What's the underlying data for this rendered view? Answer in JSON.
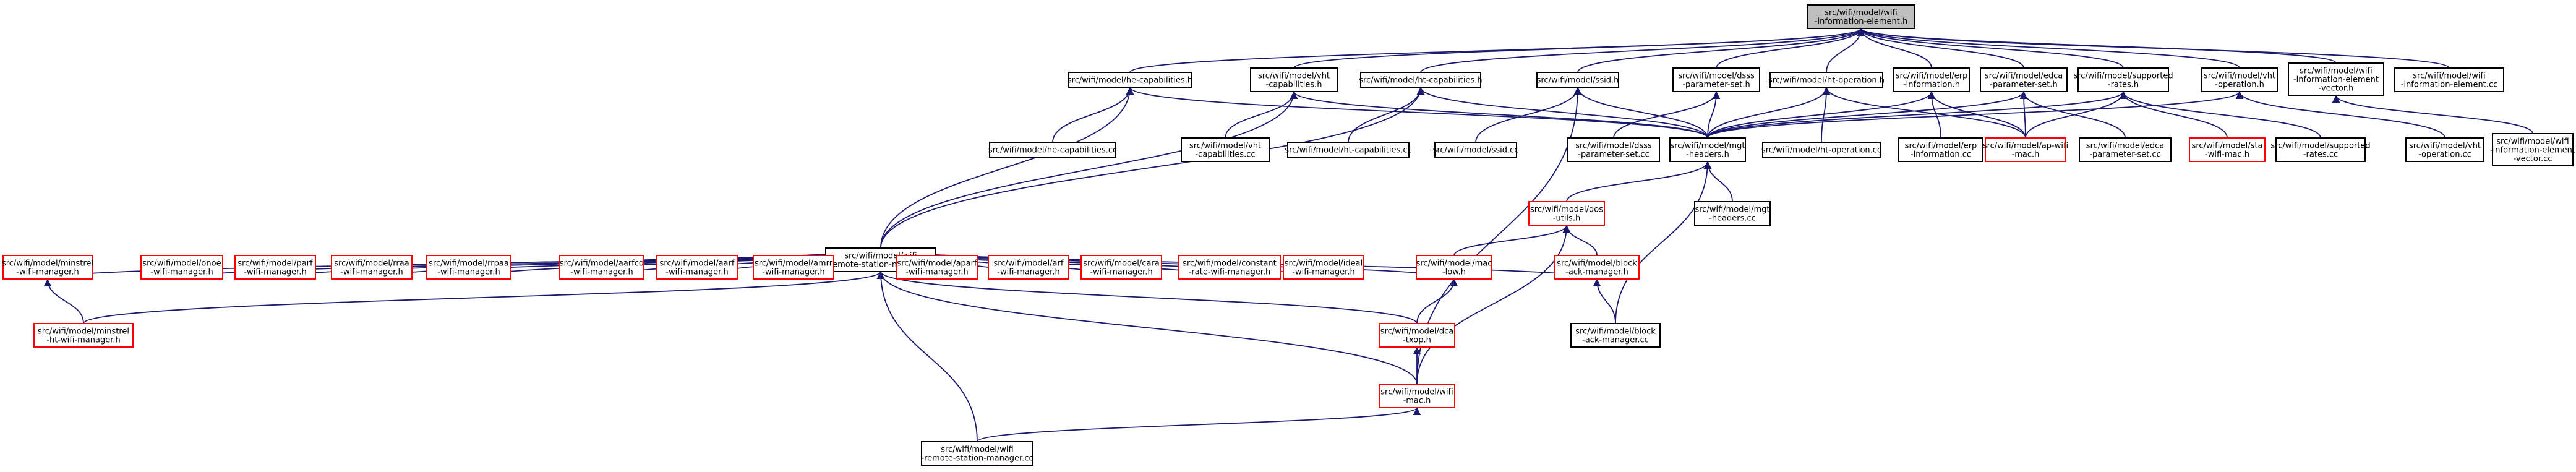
{
  "colors": {
    "edge": "#191970",
    "root_fill": "#bfbfbf",
    "plain_border": "#000000",
    "linked_border": "#ff0000"
  },
  "nodes": [
    {
      "id": "root",
      "lines": [
        "src/wifi/model/wifi",
        "-information-element.h"
      ],
      "style": "root"
    },
    {
      "id": "he_cap_h",
      "lines": [
        "src/wifi/model/he-capabilities.h"
      ],
      "style": "plain"
    },
    {
      "id": "vht_cap_h",
      "lines": [
        "src/wifi/model/vht",
        "-capabilities.h"
      ],
      "style": "plain"
    },
    {
      "id": "ht_cap_h",
      "lines": [
        "src/wifi/model/ht-capabilities.h"
      ],
      "style": "plain"
    },
    {
      "id": "ssid_h",
      "lines": [
        "src/wifi/model/ssid.h"
      ],
      "style": "plain"
    },
    {
      "id": "dsss_h",
      "lines": [
        "src/wifi/model/dsss",
        "-parameter-set.h"
      ],
      "style": "plain"
    },
    {
      "id": "htop_h",
      "lines": [
        "src/wifi/model/ht-operation.h"
      ],
      "style": "plain"
    },
    {
      "id": "erp_h",
      "lines": [
        "src/wifi/model/erp",
        "-information.h"
      ],
      "style": "plain"
    },
    {
      "id": "edca_h",
      "lines": [
        "src/wifi/model/edca",
        "-parameter-set.h"
      ],
      "style": "plain"
    },
    {
      "id": "suprates_h",
      "lines": [
        "src/wifi/model/supported",
        "-rates.h"
      ],
      "style": "plain"
    },
    {
      "id": "vhtop_h",
      "lines": [
        "src/wifi/model/vht",
        "-operation.h"
      ],
      "style": "plain"
    },
    {
      "id": "iev_h",
      "lines": [
        "src/wifi/model/wifi",
        "-information-element",
        "-vector.h"
      ],
      "style": "plain"
    },
    {
      "id": "ie_cc",
      "lines": [
        "src/wifi/model/wifi",
        "-information-element.cc"
      ],
      "style": "plain"
    },
    {
      "id": "he_cap_cc",
      "lines": [
        "src/wifi/model/he-capabilities.cc"
      ],
      "style": "plain"
    },
    {
      "id": "vht_cap_cc",
      "lines": [
        "src/wifi/model/vht",
        "-capabilities.cc"
      ],
      "style": "plain"
    },
    {
      "id": "ht_cap_cc",
      "lines": [
        "src/wifi/model/ht-capabilities.cc"
      ],
      "style": "plain"
    },
    {
      "id": "ssid_cc",
      "lines": [
        "src/wifi/model/ssid.cc"
      ],
      "style": "plain"
    },
    {
      "id": "dsss_cc",
      "lines": [
        "src/wifi/model/dsss",
        "-parameter-set.cc"
      ],
      "style": "plain"
    },
    {
      "id": "mgt_h",
      "lines": [
        "src/wifi/model/mgt",
        "-headers.h"
      ],
      "style": "plain"
    },
    {
      "id": "htop_cc",
      "lines": [
        "src/wifi/model/ht-operation.cc"
      ],
      "style": "plain"
    },
    {
      "id": "erp_cc",
      "lines": [
        "src/wifi/model/erp",
        "-information.cc"
      ],
      "style": "plain"
    },
    {
      "id": "apwifi_h",
      "lines": [
        "src/wifi/model/ap-wifi",
        "-mac.h"
      ],
      "style": "linked"
    },
    {
      "id": "edca_cc",
      "lines": [
        "src/wifi/model/edca",
        "-parameter-set.cc"
      ],
      "style": "plain"
    },
    {
      "id": "stawifi_h",
      "lines": [
        "src/wifi/model/sta",
        "-wifi-mac.h"
      ],
      "style": "linked"
    },
    {
      "id": "suprates_cc",
      "lines": [
        "src/wifi/model/supported",
        "-rates.cc"
      ],
      "style": "plain"
    },
    {
      "id": "vhtop_cc",
      "lines": [
        "src/wifi/model/vht",
        "-operation.cc"
      ],
      "style": "plain"
    },
    {
      "id": "iev_cc",
      "lines": [
        "src/wifi/model/wifi",
        "-information-element",
        "-vector.cc"
      ],
      "style": "plain"
    },
    {
      "id": "rsm_h",
      "lines": [
        "src/wifi/model/wifi",
        "-remote-station-manager.h"
      ],
      "style": "plain"
    },
    {
      "id": "qos_h",
      "lines": [
        "src/wifi/model/qos",
        "-utils.h"
      ],
      "style": "linked"
    },
    {
      "id": "mgt_cc",
      "lines": [
        "src/wifi/model/mgt",
        "-headers.cc"
      ],
      "style": "plain"
    },
    {
      "id": "minstrel_h",
      "lines": [
        "src/wifi/model/minstrel",
        "-wifi-manager.h"
      ],
      "style": "linked"
    },
    {
      "id": "onoe_h",
      "lines": [
        "src/wifi/model/onoe",
        "-wifi-manager.h"
      ],
      "style": "linked"
    },
    {
      "id": "parf_h",
      "lines": [
        "src/wifi/model/parf",
        "-wifi-manager.h"
      ],
      "style": "linked"
    },
    {
      "id": "rraa_h",
      "lines": [
        "src/wifi/model/rraa",
        "-wifi-manager.h"
      ],
      "style": "linked"
    },
    {
      "id": "rrpaa_h",
      "lines": [
        "src/wifi/model/rrpaa",
        "-wifi-manager.h"
      ],
      "style": "linked"
    },
    {
      "id": "aarfcd_h",
      "lines": [
        "src/wifi/model/aarfcd",
        "-wifi-manager.h"
      ],
      "style": "linked"
    },
    {
      "id": "aarf_h",
      "lines": [
        "src/wifi/model/aarf",
        "-wifi-manager.h"
      ],
      "style": "linked"
    },
    {
      "id": "amrr_h",
      "lines": [
        "src/wifi/model/amrr",
        "-wifi-manager.h"
      ],
      "style": "linked"
    },
    {
      "id": "aparf_h",
      "lines": [
        "src/wifi/model/aparf",
        "-wifi-manager.h"
      ],
      "style": "linked"
    },
    {
      "id": "arf_h",
      "lines": [
        "src/wifi/model/arf",
        "-wifi-manager.h"
      ],
      "style": "linked"
    },
    {
      "id": "cara_h",
      "lines": [
        "src/wifi/model/cara",
        "-wifi-manager.h"
      ],
      "style": "linked"
    },
    {
      "id": "constrate_h",
      "lines": [
        "src/wifi/model/constant",
        "-rate-wifi-manager.h"
      ],
      "style": "linked"
    },
    {
      "id": "ideal_h",
      "lines": [
        "src/wifi/model/ideal",
        "-wifi-manager.h"
      ],
      "style": "linked"
    },
    {
      "id": "maclow_h",
      "lines": [
        "src/wifi/model/mac",
        "-low.h"
      ],
      "style": "linked"
    },
    {
      "id": "blockack_h",
      "lines": [
        "src/wifi/model/block",
        "-ack-manager.h"
      ],
      "style": "linked"
    },
    {
      "id": "minstrelht_h",
      "lines": [
        "src/wifi/model/minstrel",
        "-ht-wifi-manager.h"
      ],
      "style": "linked"
    },
    {
      "id": "dcatxop_h",
      "lines": [
        "src/wifi/model/dca",
        "-txop.h"
      ],
      "style": "linked"
    },
    {
      "id": "blockack_cc",
      "lines": [
        "src/wifi/model/block",
        "-ack-manager.cc"
      ],
      "style": "plain"
    },
    {
      "id": "wifimac_h",
      "lines": [
        "src/wifi/model/wifi",
        "-mac.h"
      ],
      "style": "linked"
    },
    {
      "id": "rsm_cc",
      "lines": [
        "src/wifi/model/wifi",
        "-remote-station-manager.cc"
      ],
      "style": "plain"
    }
  ],
  "edges": [
    [
      "he_cap_h",
      "root"
    ],
    [
      "vht_cap_h",
      "root"
    ],
    [
      "ht_cap_h",
      "root"
    ],
    [
      "ssid_h",
      "root"
    ],
    [
      "dsss_h",
      "root"
    ],
    [
      "htop_h",
      "root"
    ],
    [
      "erp_h",
      "root"
    ],
    [
      "edca_h",
      "root"
    ],
    [
      "suprates_h",
      "root"
    ],
    [
      "vhtop_h",
      "root"
    ],
    [
      "iev_h",
      "root"
    ],
    [
      "ie_cc",
      "root"
    ],
    [
      "he_cap_cc",
      "he_cap_h"
    ],
    [
      "rsm_h",
      "he_cap_h"
    ],
    [
      "mgt_h",
      "he_cap_h"
    ],
    [
      "vht_cap_cc",
      "vht_cap_h"
    ],
    [
      "rsm_h",
      "vht_cap_h"
    ],
    [
      "mgt_h",
      "vht_cap_h"
    ],
    [
      "ht_cap_cc",
      "ht_cap_h"
    ],
    [
      "rsm_h",
      "ht_cap_h"
    ],
    [
      "mgt_h",
      "ht_cap_h"
    ],
    [
      "ssid_cc",
      "ssid_h"
    ],
    [
      "mgt_h",
      "ssid_h"
    ],
    [
      "wifimac_h",
      "ssid_h"
    ],
    [
      "dsss_cc",
      "dsss_h"
    ],
    [
      "mgt_h",
      "dsss_h"
    ],
    [
      "htop_cc",
      "htop_h"
    ],
    [
      "mgt_h",
      "htop_h"
    ],
    [
      "apwifi_h",
      "htop_h"
    ],
    [
      "erp_cc",
      "erp_h"
    ],
    [
      "mgt_h",
      "erp_h"
    ],
    [
      "apwifi_h",
      "erp_h"
    ],
    [
      "edca_cc",
      "edca_h"
    ],
    [
      "mgt_h",
      "edca_h"
    ],
    [
      "apwifi_h",
      "edca_h"
    ],
    [
      "suprates_cc",
      "suprates_h"
    ],
    [
      "mgt_h",
      "suprates_h"
    ],
    [
      "apwifi_h",
      "suprates_h"
    ],
    [
      "stawifi_h",
      "suprates_h"
    ],
    [
      "vhtop_cc",
      "vhtop_h"
    ],
    [
      "mgt_h",
      "vhtop_h"
    ],
    [
      "iev_cc",
      "iev_h"
    ],
    [
      "qos_h",
      "mgt_h"
    ],
    [
      "mgt_cc",
      "mgt_h"
    ],
    [
      "blockack_cc",
      "mgt_h"
    ],
    [
      "minstrel_h",
      "rsm_h"
    ],
    [
      "onoe_h",
      "rsm_h"
    ],
    [
      "parf_h",
      "rsm_h"
    ],
    [
      "rraa_h",
      "rsm_h"
    ],
    [
      "rrpaa_h",
      "rsm_h"
    ],
    [
      "aarfcd_h",
      "rsm_h"
    ],
    [
      "aarf_h",
      "rsm_h"
    ],
    [
      "amrr_h",
      "rsm_h"
    ],
    [
      "aparf_h",
      "rsm_h"
    ],
    [
      "arf_h",
      "rsm_h"
    ],
    [
      "cara_h",
      "rsm_h"
    ],
    [
      "constrate_h",
      "rsm_h"
    ],
    [
      "ideal_h",
      "rsm_h"
    ],
    [
      "maclow_h",
      "rsm_h"
    ],
    [
      "blockack_h",
      "rsm_h"
    ],
    [
      "minstrelht_h",
      "rsm_h"
    ],
    [
      "dcatxop_h",
      "rsm_h"
    ],
    [
      "wifimac_h",
      "rsm_h"
    ],
    [
      "rsm_cc",
      "rsm_h"
    ],
    [
      "maclow_h",
      "qos_h"
    ],
    [
      "blockack_h",
      "qos_h"
    ],
    [
      "wifimac_h",
      "qos_h"
    ],
    [
      "minstrelht_h",
      "minstrel_h"
    ],
    [
      "dcatxop_h",
      "maclow_h"
    ],
    [
      "blockack_cc",
      "blockack_h"
    ],
    [
      "wifimac_h",
      "dcatxop_h"
    ],
    [
      "rsm_cc",
      "wifimac_h"
    ]
  ]
}
